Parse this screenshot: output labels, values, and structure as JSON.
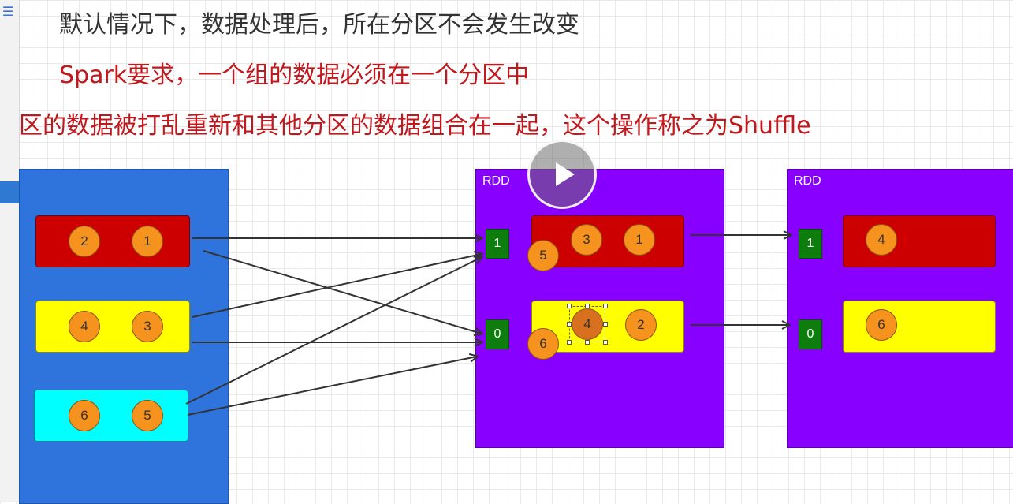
{
  "notes": {
    "line1": "默认情况下，数据处理后，所在分区不会发生改变",
    "line2": "Spark要求，一个组的数据必须在一个分区中",
    "line3": "区的数据被打乱重新和其他分区的数据组合在一起，这个操作称之为Shuffle"
  },
  "source": {
    "partitions": [
      {
        "color": "#cc0000",
        "balls": [
          "2",
          "1"
        ]
      },
      {
        "color": "#ffff00",
        "balls": [
          "4",
          "3"
        ]
      },
      {
        "color": "#00ffff",
        "balls": [
          "6",
          "5"
        ]
      }
    ]
  },
  "rdd_middle": {
    "label": "RDD",
    "partitions": [
      {
        "id": "1",
        "balls": [
          "3",
          "1"
        ],
        "overflow_ball": "5"
      },
      {
        "id": "0",
        "balls": [
          "4",
          "2"
        ],
        "overflow_ball": "6"
      }
    ]
  },
  "rdd_right": {
    "label": "RDD",
    "partitions": [
      {
        "id": "1",
        "balls": [
          "4"
        ]
      },
      {
        "id": "0",
        "balls": [
          "6"
        ]
      }
    ]
  },
  "colors": {
    "source_block": "#2f73dd",
    "rdd_block": "#8800ff",
    "ball": "#f6921e",
    "partition_id": "#0d7d0d"
  },
  "icons": {
    "menu": "menu-icon",
    "play": "play-icon"
  }
}
